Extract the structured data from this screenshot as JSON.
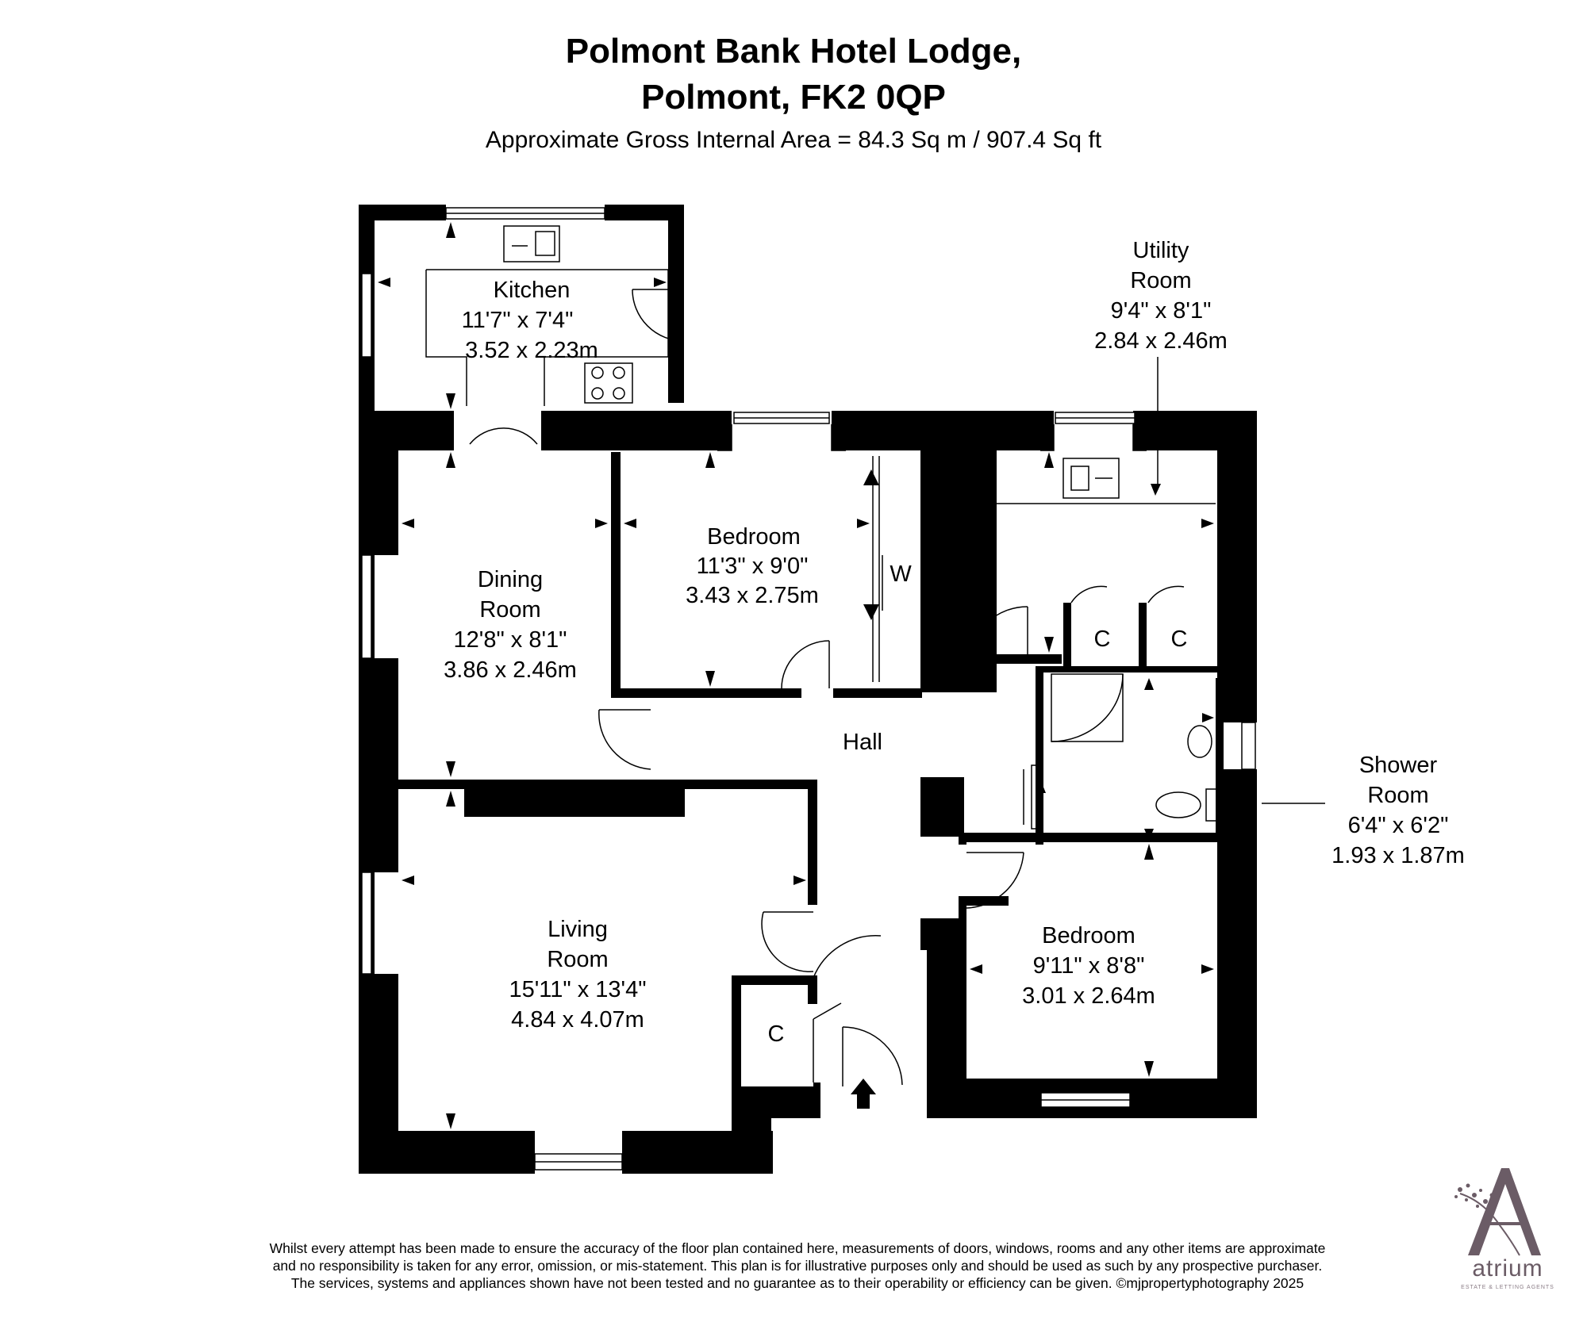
{
  "header": {
    "title_line1": "Polmont Bank Hotel Lodge,",
    "title_line2": "Polmont, FK2 0QP",
    "area": "Approximate Gross Internal Area = 84.3 Sq m / 907.4 Sq ft"
  },
  "rooms": {
    "kitchen": {
      "name": "Kitchen",
      "imperial": "11'7\" x 7'4\"",
      "metric": "3.52 x 2.23m"
    },
    "utility": {
      "name1": "Utility",
      "name2": "Room",
      "imperial": "9'4\" x 8'1\"",
      "metric": "2.84 x 2.46m"
    },
    "bedroom1": {
      "name": "Bedroom",
      "imperial": "11'3\" x 9'0\"",
      "metric": "3.43 x 2.75m"
    },
    "dining": {
      "name1": "Dining",
      "name2": "Room",
      "imperial": "12'8\" x 8'1\"",
      "metric": "3.86 x 2.46m"
    },
    "hall": {
      "name": "Hall"
    },
    "shower": {
      "name1": "Shower",
      "name2": "Room",
      "imperial": "6'4\" x 6'2\"",
      "metric": "1.93 x 1.87m"
    },
    "living": {
      "name1": "Living",
      "name2": "Room",
      "imperial": "15'11\" x 13'4\"",
      "metric": "4.84 x 4.07m"
    },
    "bedroom2": {
      "name": "Bedroom",
      "imperial": "9'11\" x 8'8\"",
      "metric": "3.01 x 2.64m"
    },
    "wardrobe": "W",
    "cupboard": "C"
  },
  "disclaimer": {
    "line1": "Whilst every attempt has been made to ensure the accuracy of the floor plan contained here, measurements of doors, windows, rooms and any other items are approximate",
    "line2": "and no responsibility is taken for any error, omission, or mis-statement. This plan is for illustrative purposes only and should be used as such by any prospective purchaser.",
    "line3": "The services, systems and appliances shown have not been tested and no guarantee as to their operability or efficiency can be given. ©mjpropertyphotography 2025"
  },
  "logo": {
    "name": "atrium",
    "tagline": "ESTATE & LETTING AGENTS",
    "color": "#6b5c66"
  }
}
